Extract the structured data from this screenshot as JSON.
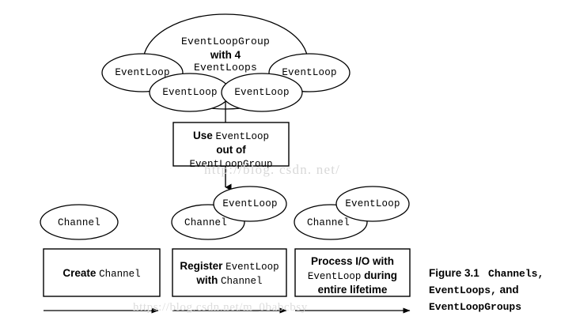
{
  "figure": {
    "title_prefix": "Figure 3.1",
    "caption_parts": [
      {
        "text": "Figure 3.1",
        "style": "sans"
      },
      {
        "text": "Channels,",
        "style": "mono"
      },
      {
        "text": "EventLoops,",
        "style": "mono"
      },
      {
        "text": "and",
        "style": "sans"
      },
      {
        "text": "EventLoopGroups",
        "style": "mono"
      }
    ],
    "caption_line1_bold": "Figure 3.1",
    "caption_line1_mono": "Channels,",
    "caption_line2_mono": "EventLoops,",
    "caption_line2_bold": "and",
    "caption_line3_mono": "EventLoopGroups"
  },
  "group_ellipse": {
    "name": "EventLoopGroup",
    "line1": "EventLoopGroup",
    "line2": "with 4",
    "line3": "EventLoops"
  },
  "event_loops": [
    {
      "label": "EventLoop",
      "position": "left-outer"
    },
    {
      "label": "EventLoop",
      "position": "left-inner"
    },
    {
      "label": "EventLoop",
      "position": "right-inner"
    },
    {
      "label": "EventLoop",
      "position": "right-outer"
    }
  ],
  "use_box": {
    "line1_sans": "Use",
    "line1_mono": "EventLoop",
    "line2_sans": "out of",
    "line3_mono": "EventLoopGroup"
  },
  "stages": [
    {
      "id": "create-channel",
      "ellipses": [
        {
          "label": "Channel",
          "type": "channel"
        }
      ],
      "box": {
        "line1_sans": "Create",
        "line1_mono": "Channel"
      }
    },
    {
      "id": "register-eventloop",
      "ellipses": [
        {
          "label": "EventLoop",
          "type": "eventloop"
        },
        {
          "label": "Channel",
          "type": "channel"
        }
      ],
      "box": {
        "line1_sans": "Register",
        "line1_mono": "EventLoop",
        "line2_sans": "with",
        "line2_mono": "Channel"
      }
    },
    {
      "id": "process-io",
      "ellipses": [
        {
          "label": "EventLoop",
          "type": "eventloop"
        },
        {
          "label": "Channel",
          "type": "channel"
        }
      ],
      "box": {
        "line1_sans": "Process I/O with",
        "line2_mono": "EventLoop",
        "line2_sans": "during",
        "line3_sans": "entire lifetime"
      }
    }
  ],
  "watermarks": {
    "top": "http://blog. csdn. net/",
    "bottom": "https://blog.csdn.net/m_0babcbsy"
  },
  "colors": {
    "stroke": "#000000",
    "text": "#000000",
    "background": "#ffffff",
    "watermark": "#d8d8d8"
  }
}
